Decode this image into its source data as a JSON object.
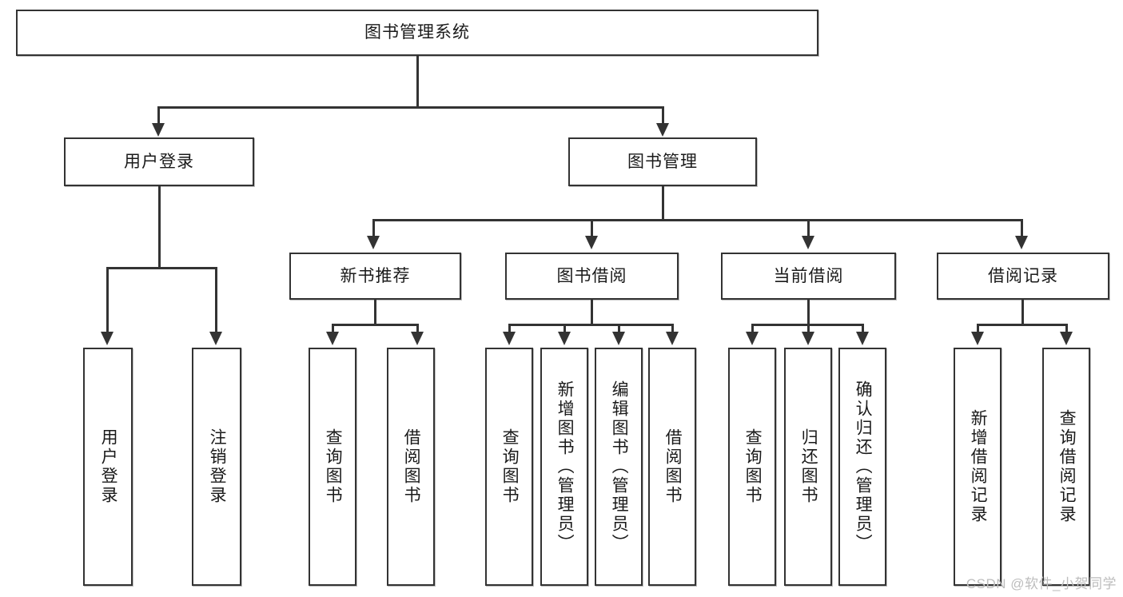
{
  "diagram": {
    "type": "tree-hierarchy-diagram",
    "title": "图书管理系统",
    "colors": {
      "stroke": "#333333",
      "fill": "#ffffff",
      "text": "#1a1a1a",
      "watermark": "#bdbdbd"
    },
    "levels": {
      "root": {
        "label": "图书管理系统"
      },
      "level2": [
        {
          "label": "用户登录"
        },
        {
          "label": "图书管理"
        }
      ],
      "level3": [
        {
          "label": "新书推荐"
        },
        {
          "label": "图书借阅"
        },
        {
          "label": "当前借阅"
        },
        {
          "label": "借阅记录"
        }
      ],
      "leaves": {
        "user_login": [
          {
            "label": "用户登录"
          },
          {
            "label": "注销登录"
          }
        ],
        "new_book_recommend": [
          {
            "label": "查询图书"
          },
          {
            "label": "借阅图书"
          }
        ],
        "book_borrow": [
          {
            "label": "查询图书"
          },
          {
            "label": "新增图书（管理员）"
          },
          {
            "label": "编辑图书（管理员）"
          },
          {
            "label": "借阅图书"
          }
        ],
        "current_borrow": [
          {
            "label": "查询图书"
          },
          {
            "label": "归还图书"
          },
          {
            "label": "确认归还（管理员）"
          }
        ],
        "borrow_record": [
          {
            "label": "新增借阅记录"
          },
          {
            "label": "查询借阅记录"
          }
        ]
      }
    }
  },
  "watermark": {
    "text": "CSDN @软件_小贺同学"
  }
}
